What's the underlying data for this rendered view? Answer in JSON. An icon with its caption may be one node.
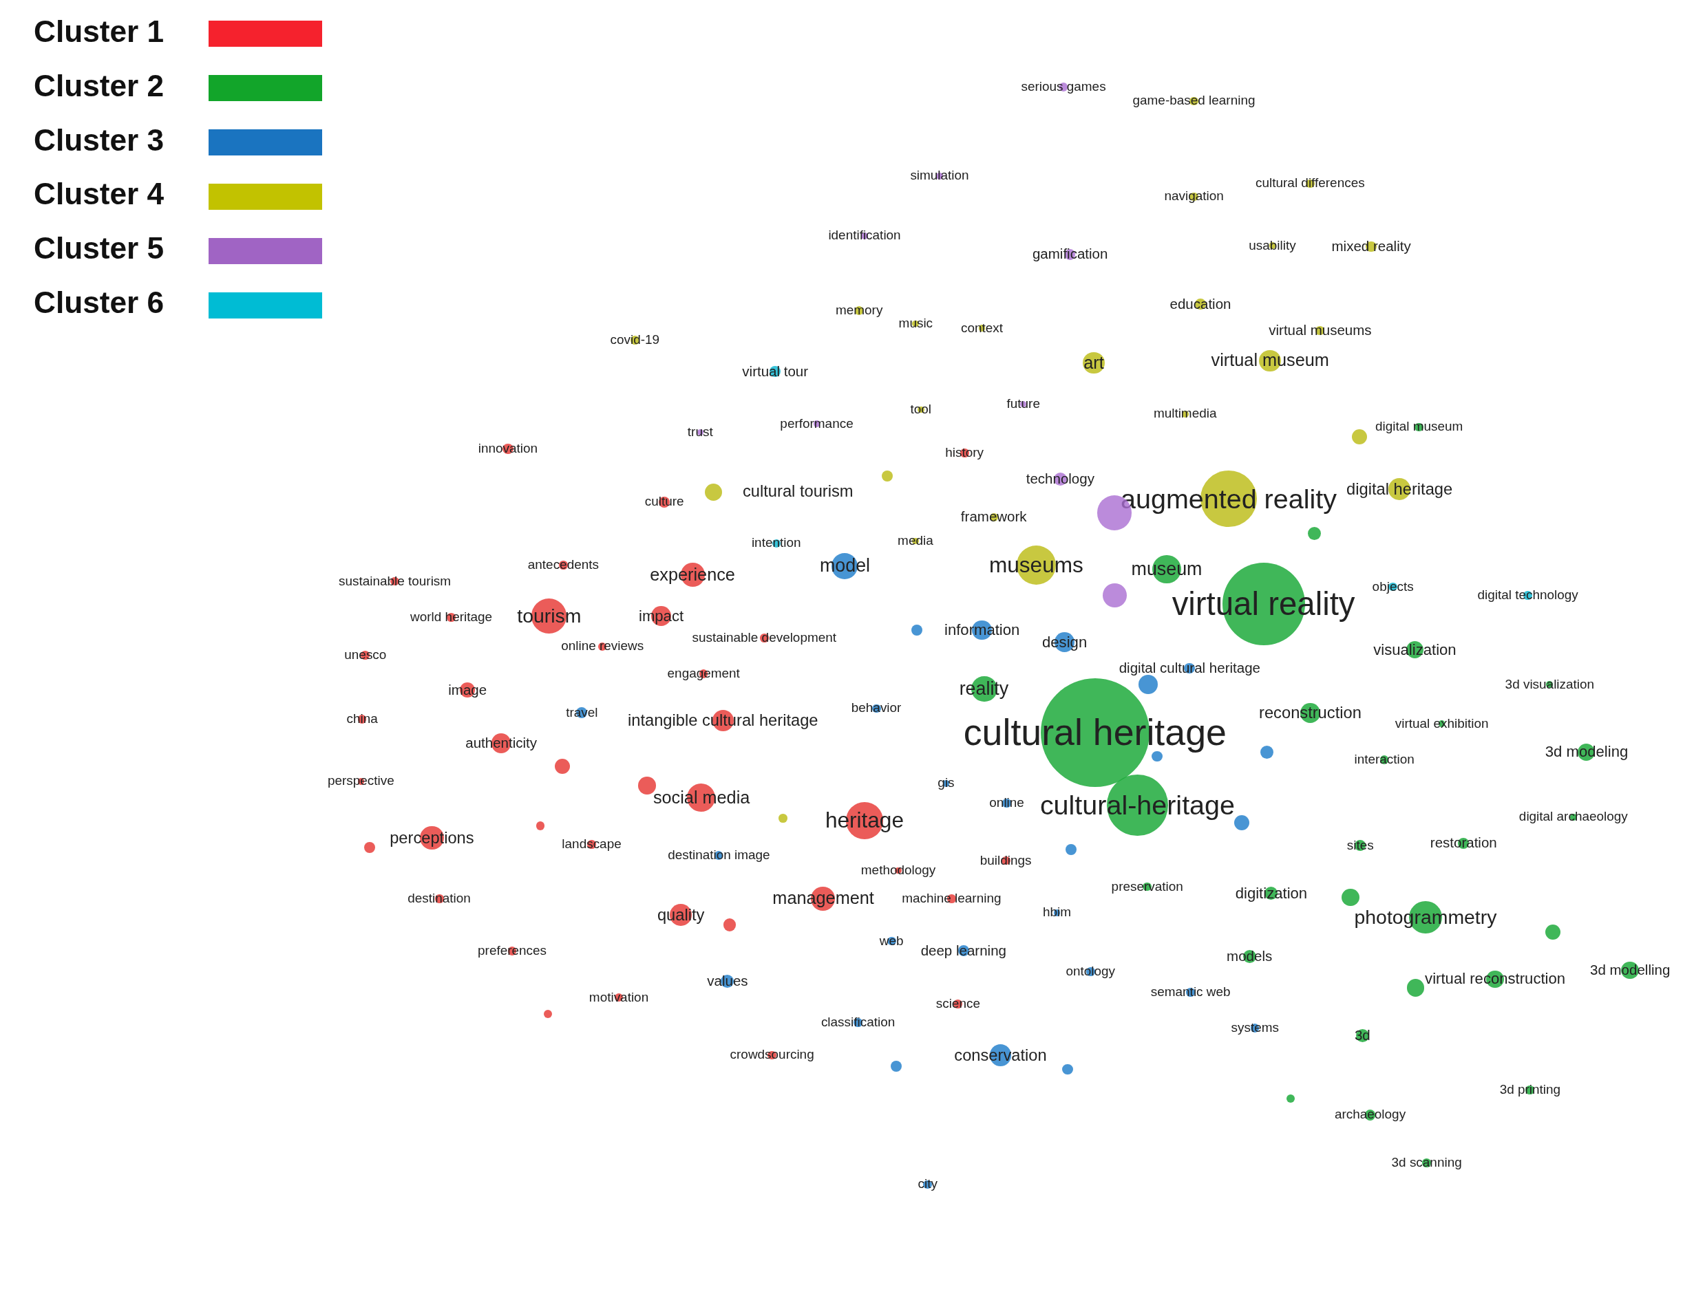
{
  "diagram": {
    "nodes": [
      {
        "text": [
          "serious games"
        ]
      },
      {
        "text": [
          "game-based learning"
        ]
      },
      {
        "text": [
          "simulation"
        ]
      },
      {
        "text": [
          "cultural differences"
        ]
      },
      {
        "text": [
          "navigation"
        ]
      },
      {
        "text": [
          "identification"
        ]
      },
      {
        "text": [
          "gamification"
        ]
      },
      {
        "text": [
          "usability"
        ]
      },
      {
        "text": [
          "mixed reality"
        ]
      },
      {
        "text": [
          "education"
        ]
      },
      {
        "text": [
          "memory"
        ]
      },
      {
        "text": [
          "music"
        ]
      },
      {
        "text": [
          "context"
        ]
      },
      {
        "text": [
          "covid-19"
        ]
      },
      {
        "text": [
          "virtual museums"
        ]
      },
      {
        "text": [
          "art"
        ]
      },
      {
        "text": [
          "virtual museum"
        ]
      },
      {
        "text": [
          "virtual tour"
        ]
      },
      {
        "text": [
          "future"
        ]
      },
      {
        "text": [
          "tool"
        ]
      },
      {
        "text": [
          "multimedia"
        ]
      },
      {
        "text": [
          "performance"
        ]
      },
      {
        "text": [
          "trust"
        ]
      },
      {
        "text": [
          "digital museum"
        ]
      },
      {
        "text": [
          "innovation"
        ]
      },
      {
        "text": [
          "history"
        ]
      },
      {
        "text": [
          "technology"
        ]
      },
      {
        "text": [
          "digital heritage"
        ]
      },
      {
        "text": [
          "augmented reality"
        ]
      },
      {
        "text": [
          "cultural tourism"
        ]
      },
      {
        "text": [
          "culture"
        ]
      },
      {
        "text": [
          "framework"
        ]
      },
      {
        "text": [
          "intention"
        ]
      },
      {
        "text": [
          "media"
        ]
      },
      {
        "text": [
          "antecedents"
        ]
      },
      {
        "text": [
          "experience"
        ]
      },
      {
        "text": [
          "model"
        ]
      },
      {
        "text": [
          "museums"
        ]
      },
      {
        "text": [
          "museum"
        ]
      },
      {
        "text": [
          "sustainable tourism"
        ]
      },
      {
        "text": [
          "virtual reality"
        ]
      },
      {
        "text": [
          "objects"
        ]
      },
      {
        "text": [
          "digital technology"
        ]
      },
      {
        "text": [
          "world heritage"
        ]
      },
      {
        "text": [
          "tourism"
        ]
      },
      {
        "text": [
          "impact"
        ]
      },
      {
        "text": [
          "online reviews"
        ]
      },
      {
        "text": [
          "sustainable development"
        ]
      },
      {
        "text": [
          "information"
        ]
      },
      {
        "text": [
          "design"
        ]
      },
      {
        "text": [
          "visualization"
        ]
      },
      {
        "text": [
          "unesco"
        ]
      },
      {
        "text": [
          "engagement"
        ]
      },
      {
        "text": [
          "digital cultural heritage"
        ]
      },
      {
        "text": [
          "reality"
        ]
      },
      {
        "text": [
          "image"
        ]
      },
      {
        "text": [
          "3d visualization"
        ]
      },
      {
        "text": [
          "travel"
        ]
      },
      {
        "text": [
          "intangible cultural heritage"
        ]
      },
      {
        "text": [
          "behavior"
        ]
      },
      {
        "text": [
          "reconstruction"
        ]
      },
      {
        "text": [
          "china"
        ]
      },
      {
        "text": [
          "virtual exhibition"
        ]
      },
      {
        "text": [
          "cultural heritage"
        ]
      },
      {
        "text": [
          "authenticity"
        ]
      },
      {
        "text": [
          "interaction"
        ]
      },
      {
        "text": [
          "3d modeling"
        ]
      },
      {
        "text": [
          "perspective"
        ]
      },
      {
        "text": [
          "gis"
        ]
      },
      {
        "text": [
          "social media"
        ]
      },
      {
        "text": [
          "online"
        ]
      },
      {
        "text": [
          "cultural-heritage"
        ]
      },
      {
        "text": [
          "heritage"
        ]
      },
      {
        "text": [
          "digital archaeology"
        ]
      },
      {
        "text": [
          "perceptions"
        ]
      },
      {
        "text": [
          "landscape"
        ]
      },
      {
        "text": [
          "sites"
        ]
      },
      {
        "text": [
          "restoration"
        ]
      },
      {
        "text": [
          "destination image"
        ]
      },
      {
        "text": [
          "buildings"
        ]
      },
      {
        "text": [
          "methodology"
        ]
      },
      {
        "text": [
          "destination"
        ]
      },
      {
        "text": [
          "preservation"
        ]
      },
      {
        "text": [
          "digitization"
        ]
      },
      {
        "text": [
          "management"
        ]
      },
      {
        "text": [
          "machine learning"
        ]
      },
      {
        "text": [
          "quality"
        ]
      },
      {
        "text": [
          "hbim"
        ]
      },
      {
        "text": [
          "photogrammetry"
        ]
      },
      {
        "text": [
          "web"
        ]
      },
      {
        "text": [
          "deep learning"
        ]
      },
      {
        "text": [
          "preferences"
        ]
      },
      {
        "text": [
          "models"
        ]
      },
      {
        "text": [
          "ontology"
        ]
      },
      {
        "text": [
          "values"
        ]
      },
      {
        "text": [
          "virtual reconstruction"
        ]
      },
      {
        "text": [
          "3d modelling"
        ]
      },
      {
        "text": [
          "semantic web"
        ]
      },
      {
        "text": [
          "motivation"
        ]
      },
      {
        "text": [
          "classification"
        ]
      },
      {
        "text": [
          "science"
        ]
      },
      {
        "text": [
          "systems"
        ]
      },
      {
        "text": [
          "3d"
        ]
      },
      {
        "text": [
          "crowdsourcing"
        ]
      },
      {
        "text": [
          "conservation"
        ]
      },
      {
        "text": [
          "3d printing"
        ]
      },
      {
        "text": [
          "archaeology"
        ]
      },
      {
        "text": [
          "3d scanning"
        ]
      },
      {
        "text": [
          "city"
        ]
      },
      {
        "text": [],
        "shape": "circle"
      },
      {
        "text": [],
        "shape": "circle"
      },
      {
        "text": [],
        "shape": "circle"
      },
      {
        "text": [],
        "shape": "circle"
      },
      {
        "text": [],
        "shape": "circle"
      },
      {
        "text": [],
        "shape": "circle"
      },
      {
        "text": [],
        "shape": "circle"
      },
      {
        "text": [],
        "shape": "circle"
      },
      {
        "text": [],
        "shape": "circle"
      },
      {
        "text": [],
        "shape": "circle"
      },
      {
        "text": [],
        "shape": "circle"
      },
      {
        "text": [],
        "shape": "circle"
      },
      {
        "text": [],
        "shape": "circle"
      },
      {
        "text": [],
        "shape": "circle"
      },
      {
        "text": [],
        "shape": "circle"
      },
      {
        "text": [],
        "shape": "circle"
      },
      {
        "text": [],
        "shape": "circle"
      },
      {
        "text": [],
        "shape": "circle"
      },
      {
        "text": [],
        "shape": "circle"
      },
      {
        "text": [],
        "shape": "circle"
      },
      {
        "text": [],
        "shape": "circle"
      },
      {
        "text": [],
        "shape": "circle"
      },
      {
        "text": [],
        "shape": "circle"
      },
      {
        "text": [],
        "shape": "circle"
      }
    ],
    "legend": [
      {
        "text": "Cluster 1",
        "color": "#f5222d"
      },
      {
        "text": "Cluster 2",
        "color": "#12a52a"
      },
      {
        "text": "Cluster 3",
        "color": "#1a74c0"
      },
      {
        "text": "Cluster 4",
        "color": "#c2c200"
      },
      {
        "text": "Cluster 5",
        "color": "#a064c4"
      },
      {
        "text": "Cluster 6",
        "color": "#00bcd4"
      }
    ]
  }
}
